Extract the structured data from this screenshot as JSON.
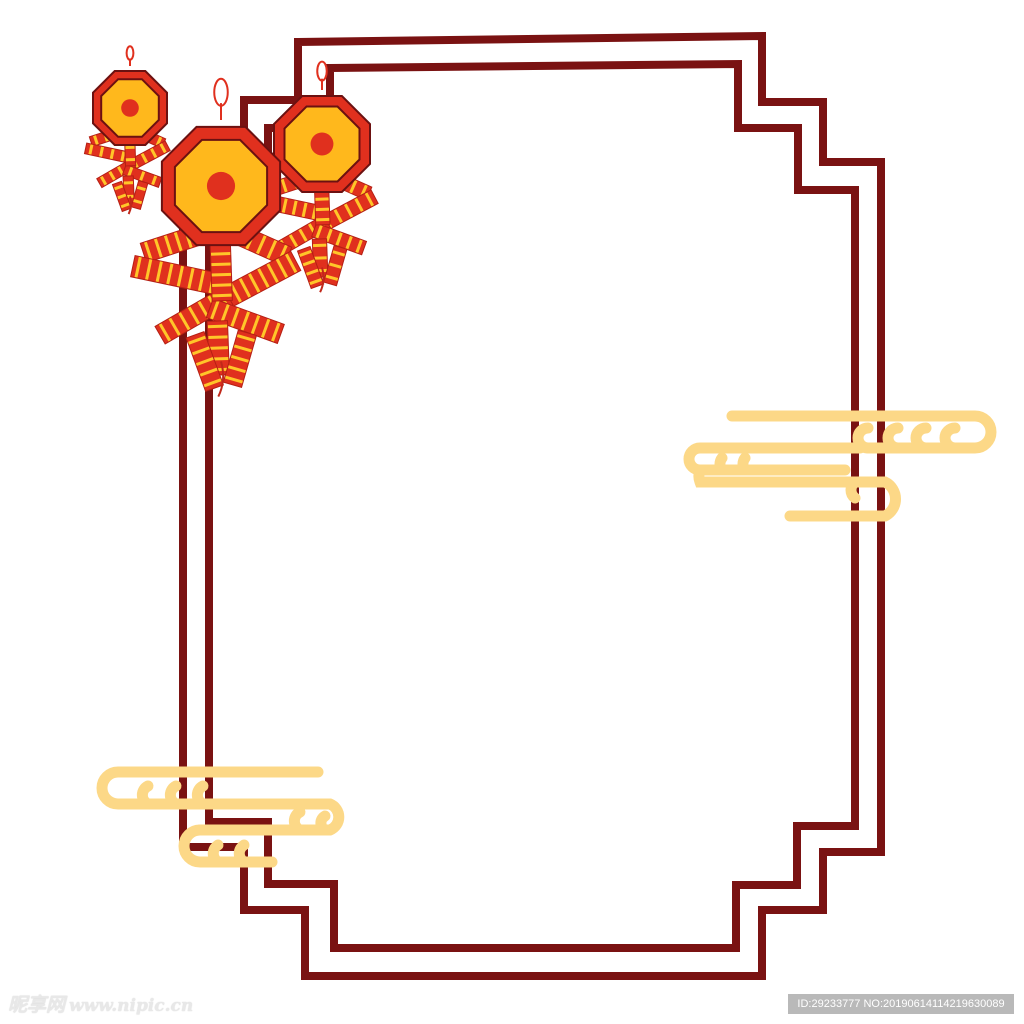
{
  "colors": {
    "frame": "#7a1212",
    "lantern_red": "#e0301e",
    "lantern_gold": "#ffb81c",
    "lantern_outline": "#6b1111",
    "cracker_red": "#e0301e",
    "cracker_stripe": "#ffc629",
    "cloud": "#fcd887"
  },
  "decorations": {
    "frame": "double-line-chinese-window-frame",
    "ornaments": "firecracker-lanterns",
    "clouds": "auspicious-clouds"
  },
  "watermark": {
    "site_name": "昵享网",
    "site_url": "www.nipic.cn",
    "image_id": "ID:29233777 NO:20190614114219630089"
  }
}
